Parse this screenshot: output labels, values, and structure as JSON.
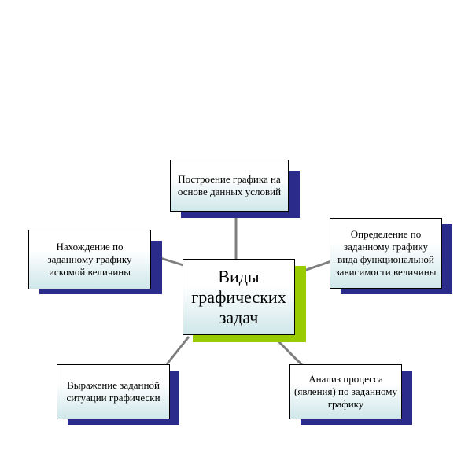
{
  "colors": {
    "shadow": "#2b2b8c",
    "center_shadow": "#99cc00",
    "connector": "#7f7f7f",
    "box_gradient_bottom": "#cfe7ea",
    "border": "#000000"
  },
  "center": {
    "label": "Виды графических задач"
  },
  "nodes": {
    "top": {
      "label": "Построение графика на основе данных условий"
    },
    "left": {
      "label": "Нахождение по заданному графику искомой величины"
    },
    "right": {
      "label": "Определение по заданному графику вида функциональной зависимости величины"
    },
    "bottom_left": {
      "label": "Выражение заданной ситуации графически"
    },
    "bottom_right": {
      "label": "Анализ процесса (явления) по заданному графику"
    }
  }
}
